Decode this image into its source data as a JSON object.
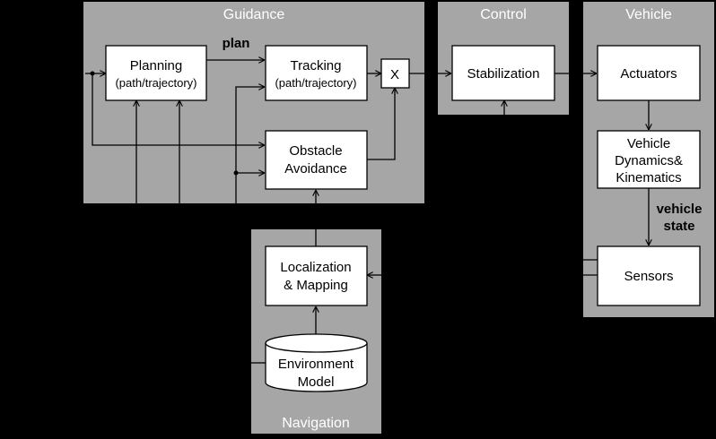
{
  "colors": {
    "background": "#000000",
    "panel": "#a6a6a6",
    "box": "#ffffff",
    "line": "#000000",
    "panel_title": "#ffffff"
  },
  "panels": {
    "guidance": "Guidance",
    "control": "Control",
    "vehicle": "Vehicle",
    "navigation": "Navigation"
  },
  "blocks": {
    "planning": {
      "line1": "Planning",
      "line2": "(path/trajectory)"
    },
    "tracking": {
      "line1": "Tracking",
      "line2": "(path/trajectory)"
    },
    "multiply": "X",
    "obstacle": {
      "line1": "Obstacle",
      "line2": "Avoidance"
    },
    "stabilization": "Stabilization",
    "actuators": "Actuators",
    "dynamics": {
      "line1": "Vehicle",
      "line2": "Dynamics&",
      "line3": "Kinematics"
    },
    "sensors": "Sensors",
    "localization": {
      "line1": "Localization",
      "line2": "& Mapping"
    },
    "environment": {
      "line1": "Environment",
      "line2": "Model"
    }
  },
  "labels": {
    "plan": "plan",
    "vehicle_state_1": "vehicle",
    "vehicle_state_2": "state"
  }
}
